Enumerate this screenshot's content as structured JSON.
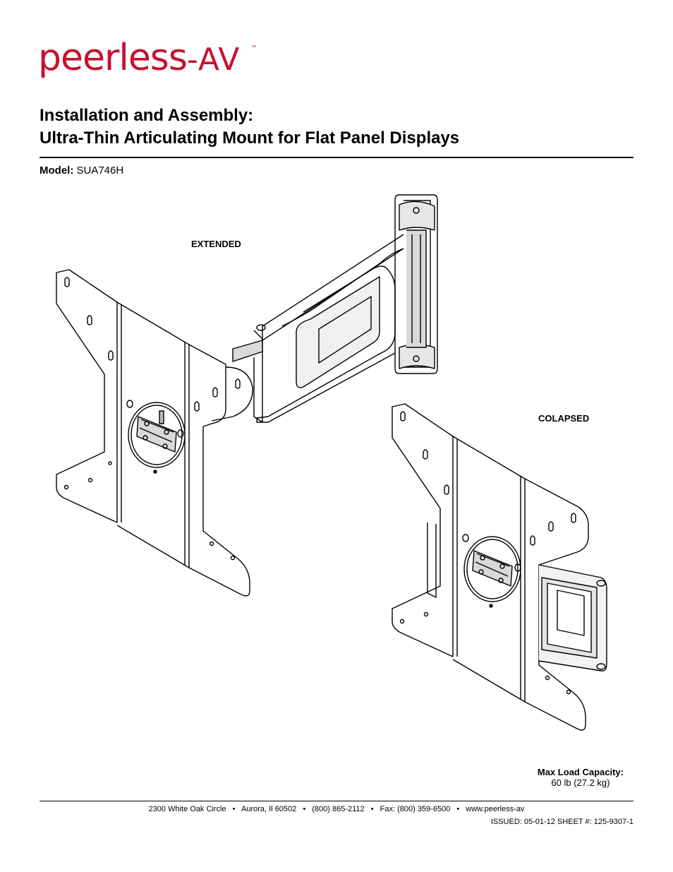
{
  "brand": {
    "main": "peerless",
    "sub": "-AV",
    "tm": "™",
    "color": "#c8102e"
  },
  "title": {
    "line1": "Installation and Assembly:",
    "line2": "Ultra-Thin Articulating Mount for Flat Panel Displays"
  },
  "model": {
    "label": "Model:",
    "value": "SUA746H"
  },
  "diagram_labels": {
    "extended": "EXTENDED",
    "collapsed": "COLAPSED"
  },
  "load": {
    "label": "Max Load Capacity:",
    "value": "60 lb (27.2 kg)"
  },
  "footer": {
    "address": "2300 White Oak Circle",
    "city": "Aurora, Il 60502",
    "phone": "(800) 865-2112",
    "fax": "Fax: (800) 359-6500",
    "web": "www.peerless-av",
    "bullet": "•"
  },
  "issued": "ISSUED: 05-01-12 SHEET #: 125-9307-1"
}
